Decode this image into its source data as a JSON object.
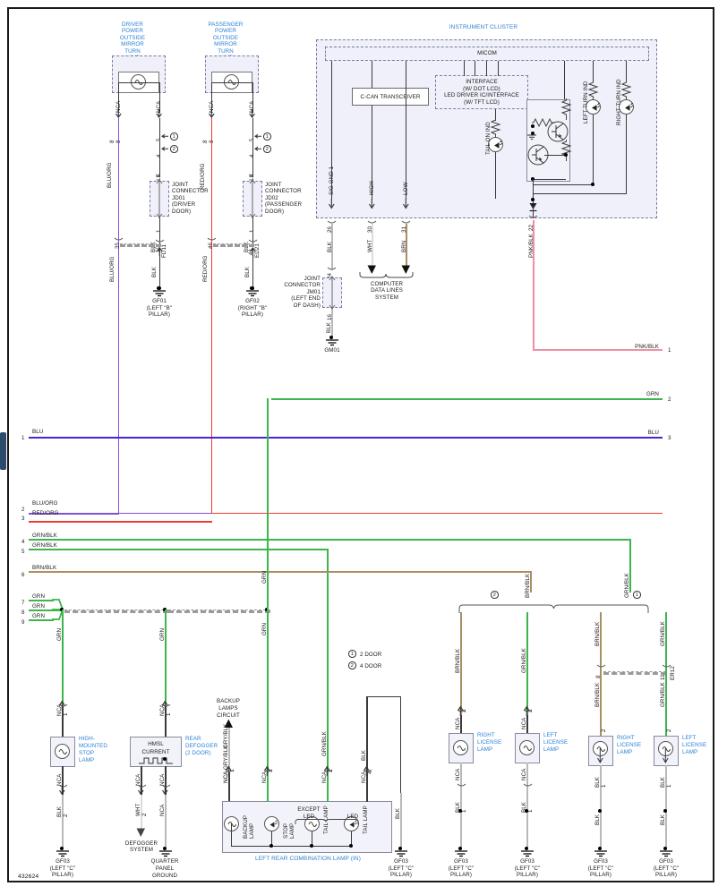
{
  "meta": {
    "drawing_number": "432624"
  },
  "top_modules": {
    "driver_mirror": {
      "title": "DRIVER\nPOWER\nOUTSIDE\nMIRROR\nTURN\nLAMP",
      "left_wire": {
        "cavity": "NCA",
        "pin": "8",
        "gauge": "8",
        "color": "BLU/ORG"
      },
      "right_wire": {
        "cavity": "NCA",
        "pin_a": "5",
        "pin_b": "4",
        "color": "BLK"
      },
      "option_1": "1",
      "option_2": "2",
      "joint": {
        "top_pin": "5",
        "name": "JOINT\nCONNECTOR\nJD01\n(DRIVER\nDOOR)",
        "bottom_pin": "1",
        "wire": "BLK",
        "conn_id": "FD11"
      },
      "splice_left": "35",
      "splice_right": "10",
      "ground": {
        "name": "GF01",
        "loc": "(LEFT \"B\"\nPILLAR)",
        "wire": "BLK"
      },
      "trunk_color": "BLU/ORG"
    },
    "passenger_mirror": {
      "title": "PASSENGER\nPOWER\nOUTSIDE\nMIRROR\nTURN\nLAMP",
      "left_wire": {
        "cavity": "NCA",
        "pin": "8",
        "gauge": "8",
        "color": "RED/ORG"
      },
      "right_wire": {
        "cavity": "NCA",
        "pin_a": "5",
        "pin_b": "4",
        "color": "BLK"
      },
      "option_1": "1",
      "option_2": "2",
      "joint": {
        "top_pin": "3",
        "name": "JOINT\nCONNECTOR\nJD02\n(PASSENGER\nDOOR)",
        "bottom_pin": "1",
        "wire": "BLK",
        "conn_id": "ED21"
      },
      "splice_left": "46",
      "splice_right": "41",
      "ground": {
        "name": "GF02",
        "loc": "(RIGHT \"B\"\nPILLAR)",
        "wire": "BLK"
      },
      "trunk_color": "RED/ORG"
    }
  },
  "instrument_cluster": {
    "title": "INSTRUMENT CLUSTER",
    "micom": "MICOM",
    "transceiver": "C-CAN TRANSCEIVER",
    "interface": "INTERFACE\n(W/ DOT LCD)\nLED DRIVER IC/INTERFACE\n(W/ TFT LCD)",
    "indicators": {
      "tail_on": "TAIL ON IND",
      "left_turn": "LEFT TURN IND",
      "right_turn": "RIGHT TURN IND"
    },
    "pins": [
      {
        "signal": "SIG GND 1",
        "pin": "26",
        "wire": "BLK"
      },
      {
        "signal": "HIGH",
        "pin": "30",
        "wire": "WHT"
      },
      {
        "signal": "LOW",
        "pin": "31",
        "wire": "BRN"
      },
      {
        "signal": "",
        "pin": "22",
        "wire": "PNK/BLK"
      }
    ],
    "joint_jm01": {
      "top_pin": "24",
      "name": "JOINT\nCONNECTOR\nJM01\n(LEFT END\nOF DASH)",
      "bottom_pin": "16",
      "wire": "BLK"
    },
    "ground": "GM01",
    "computer_data": "COMPUTER\nDATA LINES\nSYSTEM",
    "pnk_blk_label": "PNK/BLK"
  },
  "edge_terminals": {
    "left": [
      {
        "num": "1",
        "label": "BLU"
      },
      {
        "num": "2",
        "label": "BLU/ORG"
      },
      {
        "num": "3",
        "label": "RED/ORG"
      },
      {
        "num": "4",
        "label": "GRN/BLK"
      },
      {
        "num": "5",
        "label": "GRN/BLK"
      },
      {
        "num": "6",
        "label": "BRN/BLK"
      },
      {
        "num": "7",
        "label": "GRN"
      },
      {
        "num": "8",
        "label": "GRN"
      },
      {
        "num": "9",
        "label": "GRN"
      }
    ],
    "right": [
      {
        "num": "1",
        "label": "PNK/BLK"
      },
      {
        "num": "2",
        "label": "GRN"
      },
      {
        "num": "3",
        "label": "BLU"
      }
    ]
  },
  "legend": {
    "item1_num": "1",
    "item1_text": "2 DOOR",
    "item2_num": "2",
    "item2_text": "4 DOOR"
  },
  "bottom_circuits": {
    "hmsl_lamp": {
      "name": "HIGH-\nMOUNTED\nSTOP\nLAMP",
      "in_wire": "GRN",
      "in_cav": "NCA",
      "in_pin": "1",
      "out_cav": "NCA",
      "out_wire": "BLK",
      "out_pin": "2",
      "ground": "GF03",
      "ground_loc": "(LEFT \"C\"\nPILLAR)"
    },
    "hmsl_current": {
      "name": "HMSL\nCURRENT",
      "annot": "REAR\nDEFOGGER\n(2 DOOR)",
      "in_wire": "GRN",
      "in_cav": "NCA",
      "in_pin": "1",
      "left_cav": "NCA",
      "left_wire": "WHT",
      "left_pin": "2",
      "right_cav": "NCA",
      "right_wire": "NCA",
      "defogger": "DEFOGGER\nSYSTEM",
      "ground": "QUARTER\nPANEL\nGROUND"
    },
    "backup_circuit": {
      "label": "BACKUP\nLAMPS\nCIRCUIT",
      "wire": "GRY/BLK",
      "pin": "1",
      "cav": "NCA"
    },
    "combination_lamp": {
      "title": "LEFT REAR COMBINATION LAMP (IN)",
      "except_led": "EXCEPT\nLED",
      "led": "LED",
      "lamps": [
        "BACKUP\nLAMP",
        "STOP\nLAMP",
        "TAIL LAMP",
        "TAIL LAMP"
      ],
      "wires": [
        {
          "color": "GRY/BLK",
          "pin": "1",
          "cav": "NCA"
        },
        {
          "color": "GRN",
          "pin": "3",
          "cav": "NCA"
        },
        {
          "color": "GRN/BLK",
          "pin": "2",
          "cav": "NCA"
        },
        {
          "color": "BLK",
          "pin": "4",
          "cav": "NCA"
        }
      ],
      "ground_wire": "BLK",
      "ground": "GF03",
      "ground_loc": "(LEFT \"C\"\nPILLAR)"
    },
    "license_lamps": [
      {
        "name": "RIGHT\nLICENSE\nLAMP",
        "wire": "BRN/BLK",
        "pin": "2",
        "cav": "NCA",
        "out_wire": "BLK",
        "out_pin": "1",
        "ground": "GF03",
        "ground_loc": "(LEFT \"C\"\nPILLAR)",
        "group": "2"
      },
      {
        "name": "LEFT\nLICENSE\nLAMP",
        "wire": "GRN/BLK",
        "pin": "2",
        "cav": "NCA",
        "out_wire": "BLK",
        "out_pin": "1",
        "ground": "GF03",
        "ground_loc": "(LEFT \"C\"\nPILLAR)",
        "group": "2"
      },
      {
        "name": "RIGHT\nLICENSE\nLAMP",
        "wire": "BRN/BLK",
        "pin": "2",
        "cav": "",
        "out_wire": "BLK",
        "out_pin": "1",
        "ground": "GF03",
        "ground_loc": "(LEFT \"C\"\nPILLAR)",
        "group": "1",
        "splice_pin": "8"
      },
      {
        "name": "LEFT\nLICENSE\nLAMP",
        "wire": "GRN/BLK",
        "pin": "2",
        "cav": "",
        "out_wire": "BLK",
        "out_pin": "1",
        "ground": "GF03",
        "ground_loc": "(LEFT \"C\"\nPILLAR)",
        "group": "1",
        "splice_pin": "11",
        "conn_id": "ER12"
      }
    ],
    "group_markers": {
      "left": "2",
      "right": "1"
    },
    "bus_labels": {
      "brn_blk": "BRN/BLK",
      "grn_blk": "GRN/BLK"
    }
  },
  "colors": {
    "blue_text": "#2a7fd4",
    "green_wire": "#3cb54a",
    "blue_wire": "#4b24d6",
    "red_wire": "#ee3b33",
    "purple_wire": "#8050d8",
    "brown_wire": "#a98f64",
    "pink_wire": "#f08fa4",
    "black_wire": "#3a3a3a"
  }
}
